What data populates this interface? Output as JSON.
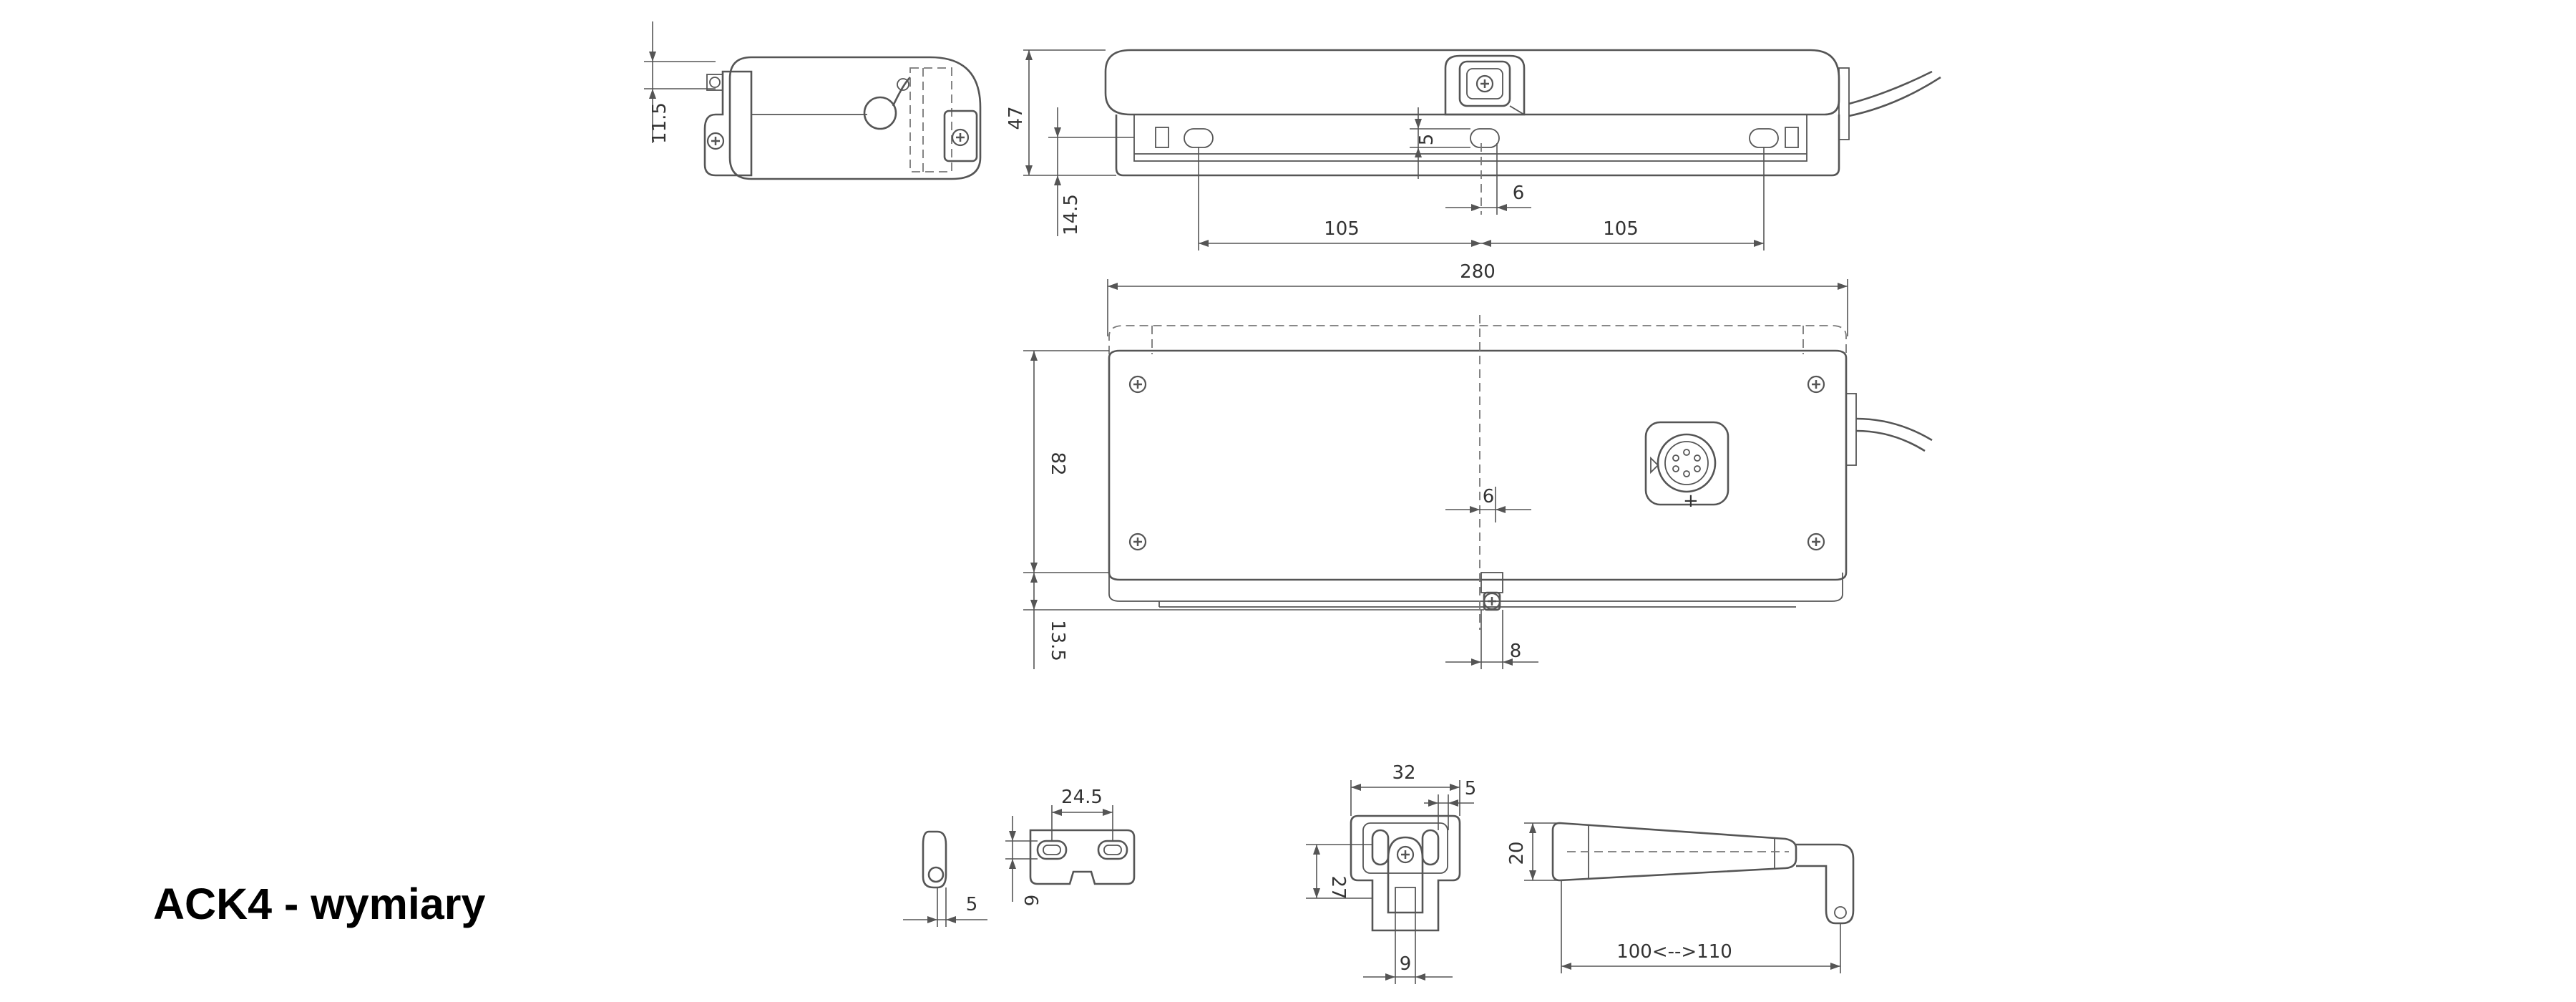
{
  "title": "ACK4 - wymiary",
  "dimensions": {
    "side_offset": "11.5",
    "front_height": "47",
    "front_slot_offset": "5",
    "front_bottom_offset": "14.5",
    "front_slot_width": "6",
    "front_hole_spacing_left": "105",
    "front_hole_spacing_right": "105",
    "overall_length": "280",
    "top_depth": "82",
    "top_center_offset": "6",
    "top_bracket_projection": "13.5",
    "top_bracket_width": "8",
    "plate_hole_spacing": "24.5",
    "plate_side_thickness": "5",
    "plate_height": "6",
    "bracket_width": "32",
    "bracket_tab": "5",
    "bracket_height": "27",
    "bracket_slot": "9",
    "arm_height": "20",
    "arm_stroke": "100<-->110"
  }
}
